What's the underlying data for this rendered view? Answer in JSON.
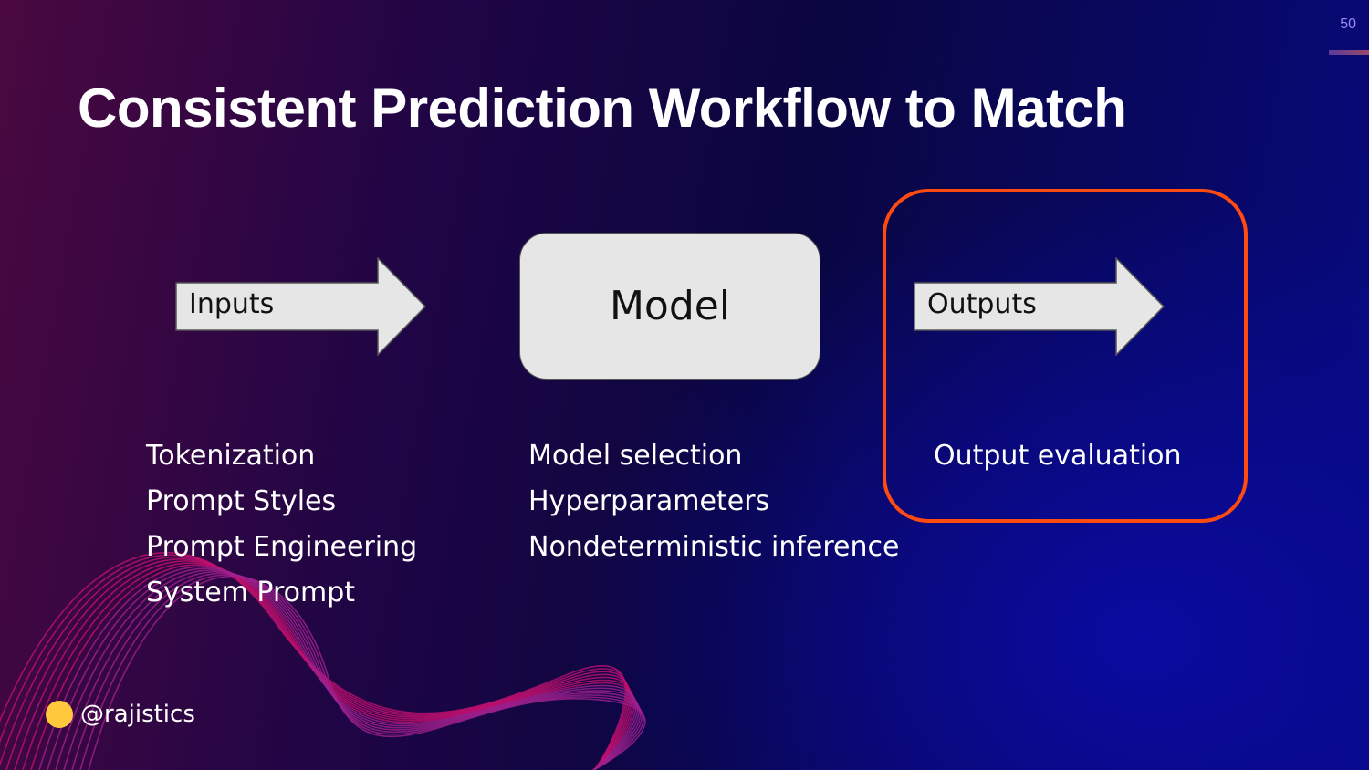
{
  "slide": {
    "title": "Consistent Prediction Workflow to Match",
    "page_number": "50"
  },
  "diagram": {
    "inputs_label": "Inputs",
    "model_label": "Model",
    "outputs_label": "Outputs",
    "highlight_color": "#ff4a10"
  },
  "inputs_list": [
    "Tokenization",
    "Prompt Styles",
    "Prompt Engineering",
    "System Prompt"
  ],
  "model_list": [
    "Model selection",
    "Hyperparameters",
    "Nondeterministic inference"
  ],
  "outputs_list": [
    "Output evaluation"
  ],
  "footer": {
    "handle": "@rajistics",
    "icon": "hugging-face-icon"
  }
}
